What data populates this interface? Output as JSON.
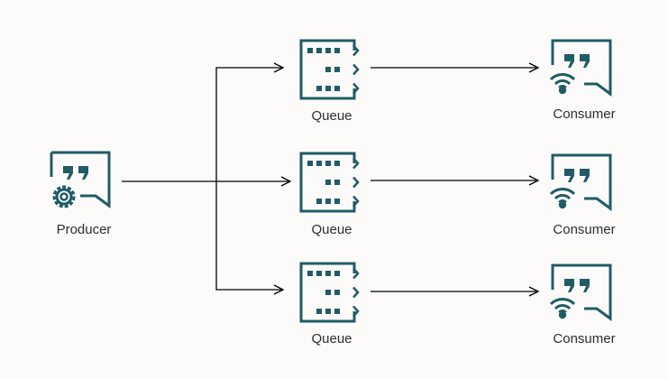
{
  "producer": {
    "label": "Producer",
    "icon": "producer-icon"
  },
  "queues": [
    {
      "label": "Queue",
      "icon": "queue-icon"
    },
    {
      "label": "Queue",
      "icon": "queue-icon"
    },
    {
      "label": "Queue",
      "icon": "queue-icon"
    }
  ],
  "consumers": [
    {
      "label": "Consumer",
      "icon": "consumer-icon"
    },
    {
      "label": "Consumer",
      "icon": "consumer-icon"
    },
    {
      "label": "Consumer",
      "icon": "consumer-icon"
    }
  ],
  "colors": {
    "background": "#fcfbfa",
    "icon": "#1f5c66",
    "connector": "#000000",
    "text": "#312d2a"
  }
}
